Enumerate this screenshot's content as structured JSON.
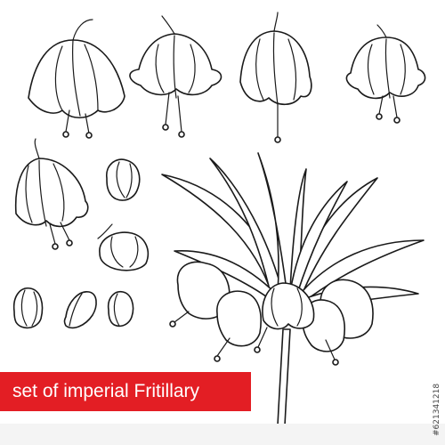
{
  "banner": {
    "text": "set of imperial Fritillary",
    "color": "#e31e24"
  },
  "stock_id": "#621341218",
  "colors": {
    "outline": "#1a1a1a",
    "fill": "#ffffff",
    "background": "#ffffff"
  },
  "elements": [
    "bell-flower-1",
    "bell-flower-2",
    "bell-flower-3",
    "bell-flower-4",
    "bell-flower-5",
    "bud-1",
    "bud-2",
    "bud-3",
    "bud-4",
    "bud-5",
    "fritillary-crown-plant"
  ]
}
